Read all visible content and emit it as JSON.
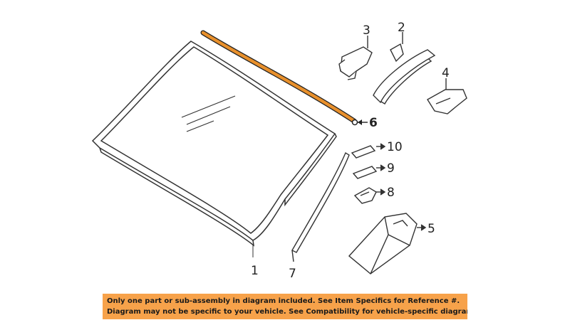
{
  "callouts": {
    "c1": "1",
    "c2": "2",
    "c3": "3",
    "c4": "4",
    "c5": "5",
    "c6": "6",
    "c7": "7",
    "c8": "8",
    "c9": "9",
    "c10": "10"
  },
  "highlight_color": "#e8902c",
  "disclaimer": {
    "line1": "Only one part or sub-assembly in diagram included. See Item Specifics for Reference #.",
    "line2": "Diagram may not be specific to your vehicle. See Compatibility for vehicle-specific diagrams."
  }
}
